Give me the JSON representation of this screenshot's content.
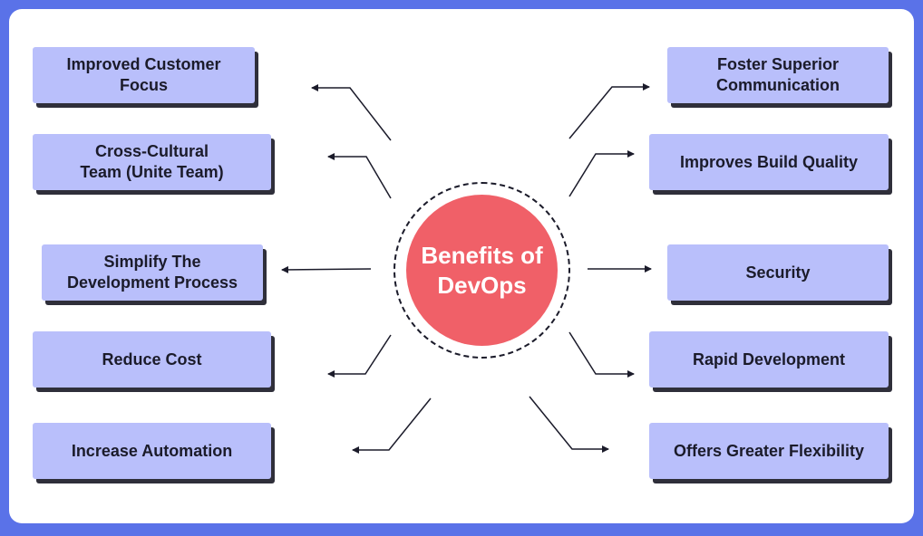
{
  "center": {
    "title": "Benefits of\nDevOps"
  },
  "left": [
    {
      "label": "Improved Customer\nFocus"
    },
    {
      "label": "Cross-Cultural\nTeam (Unite Team)"
    },
    {
      "label": "Simplify The\nDevelopment Process"
    },
    {
      "label": "Reduce Cost"
    },
    {
      "label": "Increase Automation"
    }
  ],
  "right": [
    {
      "label": "Foster Superior\nCommunication"
    },
    {
      "label": "Improves Build Quality"
    },
    {
      "label": "Security"
    },
    {
      "label": "Rapid Development"
    },
    {
      "label": "Offers Greater Flexibility"
    }
  ],
  "colors": {
    "background": "#5a72e8",
    "box": "#b9bffb",
    "center": "#f06068",
    "ink": "#1b1b2a"
  }
}
